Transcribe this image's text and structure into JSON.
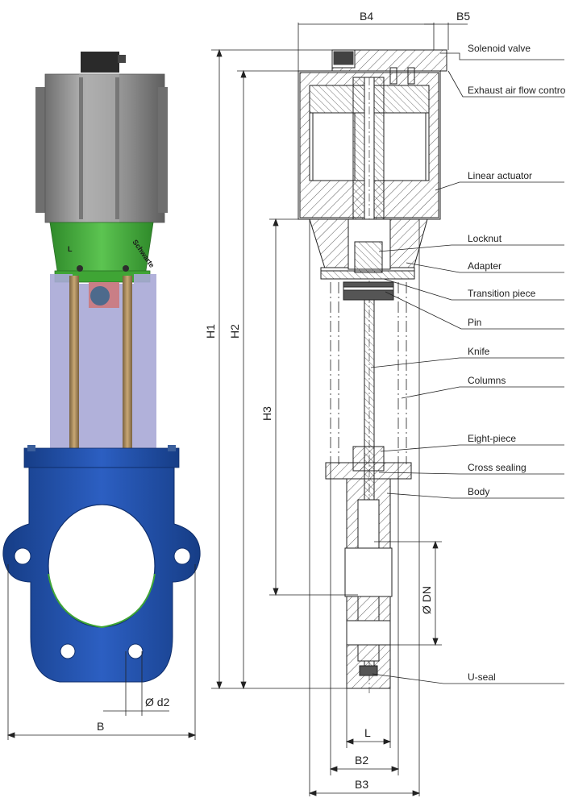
{
  "valve": {
    "brand": "Schwarte",
    "side_mark": "L"
  },
  "labels": {
    "solenoid_valve": "Solenoid valve",
    "exhaust_air_flow_control": "Exhaust air flow control",
    "linear_actuator": "Linear actuator",
    "locknut": "Locknut",
    "adapter": "Adapter",
    "transition_piece": "Transition piece",
    "pin": "Pin",
    "knife": "Knife",
    "columns": "Columns",
    "eight_piece": "Eight-piece",
    "cross_sealing": "Cross sealing",
    "body": "Body",
    "u_seal": "U-seal"
  },
  "dimensions": {
    "b4": "B4",
    "b5": "B5",
    "h1": "H1",
    "h2": "H2",
    "h3": "H3",
    "dn": "Ø DN",
    "d2": "Ø d2",
    "b": "B",
    "l": "L",
    "b2": "B2",
    "b3": "B3"
  },
  "colors": {
    "body_blue": "#1f4fa8",
    "adapter_green": "#3fa535",
    "actuator_grey": "#9a9a9a",
    "knife_lilac": "#a9a8d6",
    "column_bronze": "#a88a5c",
    "line": "#222222"
  }
}
